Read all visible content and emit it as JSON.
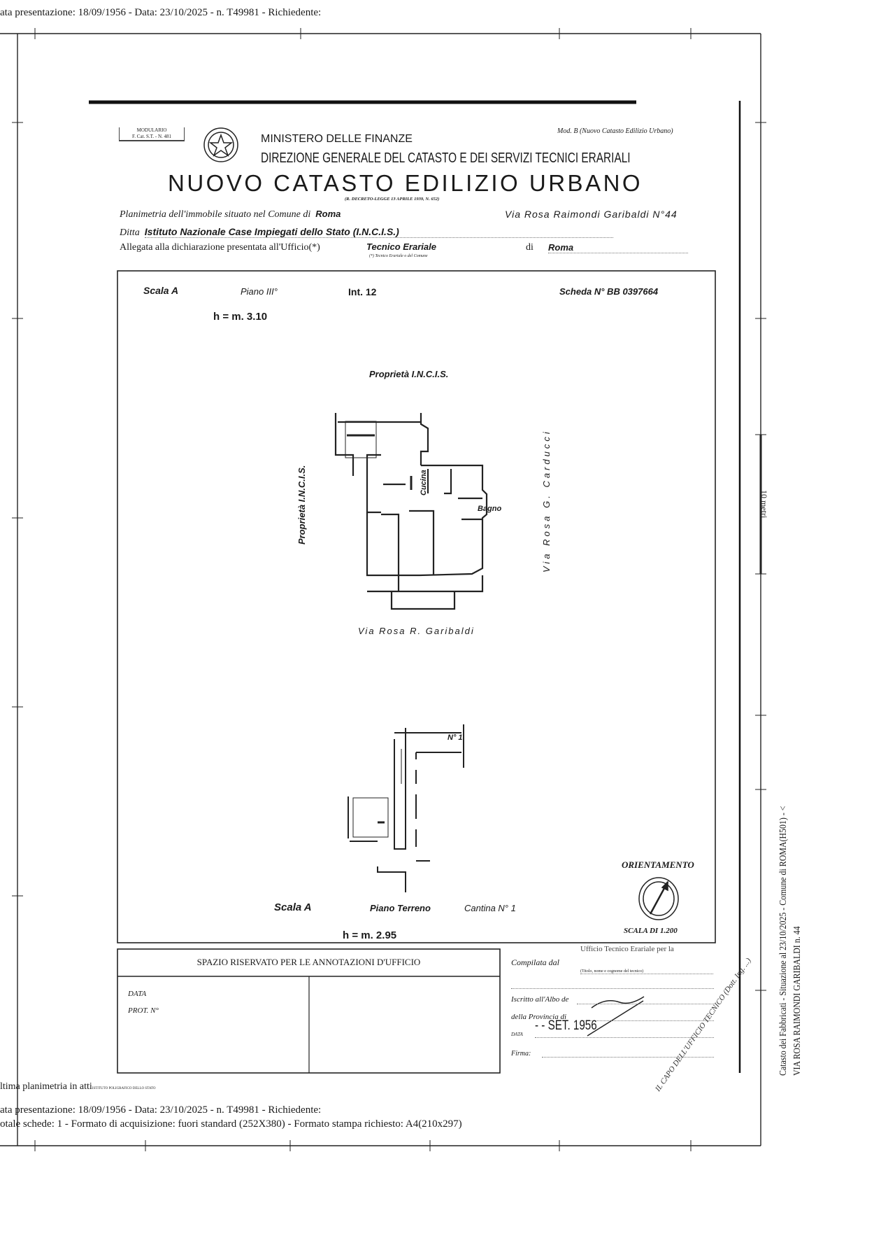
{
  "header_line": "ata presentazione: 18/09/1956 - Data: 23/10/2025 - n. T49981 - Richiedente:",
  "form": {
    "modulario": [
      "MODULARIO",
      "F. Cat. S.T. - N. 481"
    ],
    "mod_b": "Mod. B (Nuovo Catasto Edilizio Urbano)",
    "ministry": "MINISTERO DELLE FINANZE",
    "direction": "DIREZIONE GENERALE DEL CATASTO E DEI SERVIZI TECNICI ERARIALI",
    "title": "NUOVO CATASTO EDILIZIO URBANO",
    "decree": "(R. DECRETO-LEGGE 13 APRILE 1939, N. 652)",
    "planimetria_label": "Planimetria dell'immobile situato nel Comune di",
    "comune": "Roma",
    "address": "Via Rosa Raimondi Garibaldi N°44",
    "ditta_label": "Ditta",
    "ditta": "Istituto Nazionale Case Impiegati dello Stato (I.N.C.I.S.)",
    "allegata_label": "Allegata alla dichiarazione presentata all'Ufficio(*)",
    "ufficio": "Tecnico Erariale",
    "ufficio_note": "(*) Tecnico Erariale o del Comune",
    "di_label": "di",
    "di_value": "Roma"
  },
  "drawing": {
    "scala": "Scala A",
    "piano": "Piano III°",
    "interno": "Int. 12",
    "scheda": "Scheda N° BB 0397664",
    "height": "h = m. 3.10",
    "north_label": "Proprietà I.N.C.I.S.",
    "west_label": "Proprietà I.N.C.I.S.",
    "east_label": "Via Rosa G. Carducci",
    "south_label": "Via Rosa R. Garibaldi",
    "room_kitchen": "Cucina",
    "room_bath": "Bagno",
    "cantina_no": "N° 1",
    "lower_scala": "Scala A",
    "lower_piano": "Piano Terreno",
    "lower_cantina": "Cantina N° 1",
    "lower_height": "h = m. 2.95",
    "orientamento": "ORIENTAMENTO",
    "scale": "SCALA DI 1.200"
  },
  "annotations": {
    "header": "SPAZIO RISERVATO PER LE ANNOTAZIONI D'UFFICIO",
    "data": "DATA",
    "prot": "PROT. N°"
  },
  "compilation": {
    "compilata": "Compilata dal",
    "stamp_top": "Ufficio Tecnico Erariale per la",
    "hint": "(Titolo, nome e cognome del tecnico)",
    "iscritto": "Iscritto all'Albo de",
    "provincia": "della Provincia di",
    "data": "DATA",
    "date_stamp": "- - SET. 1956",
    "firma": "Firma:",
    "stamp_round": "IL CAPO DELL'UFFICIO TECNICO (Dott. Ing. ...)"
  },
  "footer": {
    "last": "ltima planimetria in atti",
    "printer": "ISTITUTO POLIGRAFICO DELLO STATO",
    "line1": "ata presentazione: 18/09/1956 - Data: 23/10/2025 - n. T49981 - Richiedente:",
    "line2": "otale schede: 1 - Formato di acquisizione: fuori standard (252X380) - Formato stampa richiesto: A4(210x297)"
  },
  "side": {
    "scale_bar": "10 metri",
    "line1": "Catasto dei Fabbricati - Situazione al 23/10/2025 - Comune di ROMA(H501) - <",
    "line2": "VIA ROSA RAIMONDI GARIBALDI n. 44"
  }
}
